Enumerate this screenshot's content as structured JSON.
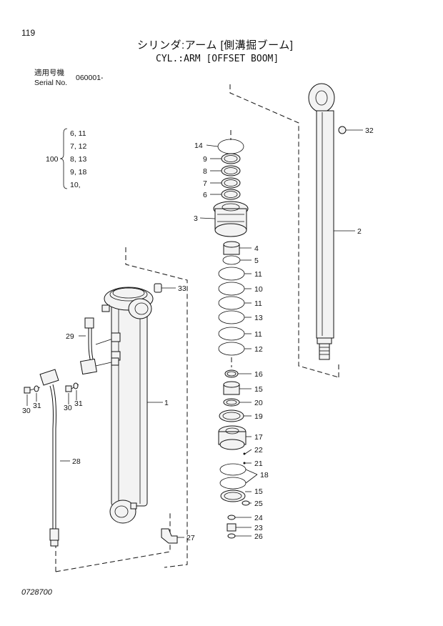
{
  "page": {
    "number": "119",
    "title_jp": "シリンダ:アーム [側溝掘ブーム]",
    "title_en": "CYL.:ARM [OFFSET BOOM]",
    "serial_label_jp": "適用号機",
    "serial_label_en": "Serial No.",
    "serial_value": "060001-",
    "footer_code": "0728700"
  },
  "kit": {
    "label": "100",
    "items": [
      "6, 11",
      "7, 12",
      "8, 13",
      "9, 18",
      "10,"
    ]
  },
  "callouts": [
    {
      "id": "c1",
      "text": "1"
    },
    {
      "id": "c2",
      "text": "2"
    },
    {
      "id": "c3",
      "text": "3"
    },
    {
      "id": "c4",
      "text": "4"
    },
    {
      "id": "c5",
      "text": "5"
    },
    {
      "id": "c6",
      "text": "6"
    },
    {
      "id": "c7",
      "text": "7"
    },
    {
      "id": "c8",
      "text": "8"
    },
    {
      "id": "c9",
      "text": "9"
    },
    {
      "id": "c10",
      "text": "10"
    },
    {
      "id": "c11a",
      "text": "11"
    },
    {
      "id": "c11b",
      "text": "11"
    },
    {
      "id": "c11c",
      "text": "11"
    },
    {
      "id": "c12",
      "text": "12"
    },
    {
      "id": "c13",
      "text": "13"
    },
    {
      "id": "c14",
      "text": "14"
    },
    {
      "id": "c15a",
      "text": "15"
    },
    {
      "id": "c15b",
      "text": "15"
    },
    {
      "id": "c16",
      "text": "16"
    },
    {
      "id": "c17",
      "text": "17"
    },
    {
      "id": "c18",
      "text": "18"
    },
    {
      "id": "c19",
      "text": "19"
    },
    {
      "id": "c20",
      "text": "20"
    },
    {
      "id": "c21",
      "text": "21"
    },
    {
      "id": "c22",
      "text": "22"
    },
    {
      "id": "c23",
      "text": "23"
    },
    {
      "id": "c24",
      "text": "24"
    },
    {
      "id": "c25",
      "text": "25"
    },
    {
      "id": "c26",
      "text": "26"
    },
    {
      "id": "c27",
      "text": "27"
    },
    {
      "id": "c28",
      "text": "28"
    },
    {
      "id": "c29",
      "text": "29"
    },
    {
      "id": "c30a",
      "text": "30"
    },
    {
      "id": "c30b",
      "text": "30"
    },
    {
      "id": "c31a",
      "text": "31"
    },
    {
      "id": "c31b",
      "text": "31"
    },
    {
      "id": "c32",
      "text": "32"
    },
    {
      "id": "c33",
      "text": "33"
    }
  ]
}
